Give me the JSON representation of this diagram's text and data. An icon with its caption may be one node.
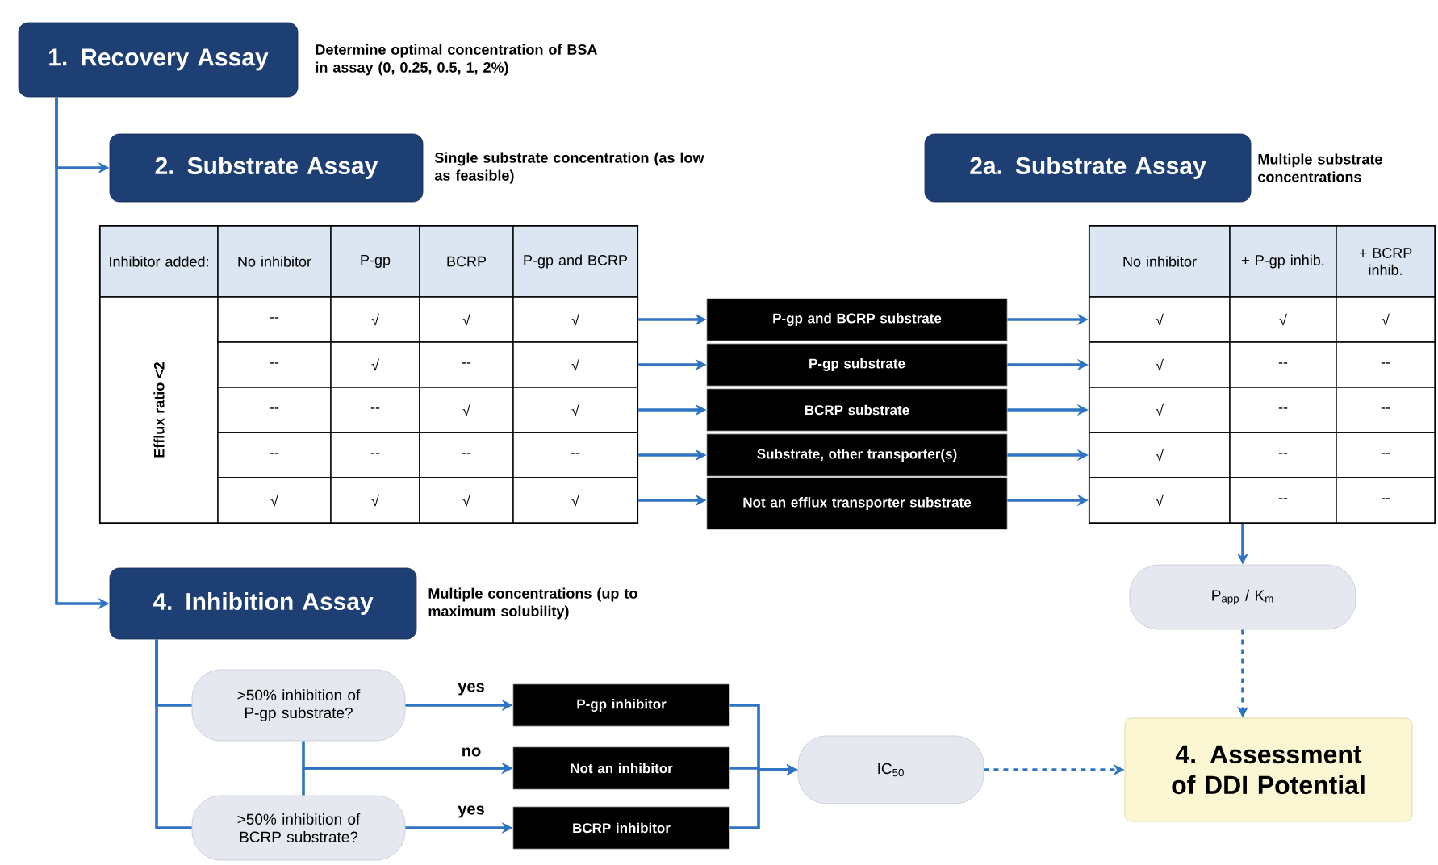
{
  "diagram": {
    "nodes": [
      {
        "text": [
          "1. Recovery Assay"
        ],
        "beside": [
          "Determine optimal concentration of BSA in assay (0, 0.25, 0.5, 1, 2%)"
        ]
      },
      {
        "text": [
          "2. Substrate Assay"
        ],
        "beside": [
          "Single substrate concentration (as low as feasible)"
        ]
      },
      {
        "text": [
          "2a. Substrate Assay"
        ],
        "beside": [
          "Multiple substrate concentrations"
        ]
      },
      {
        "text": [
          "Inhibitor added:",
          "No inhibitor",
          "P-gp",
          "BCRP",
          "P-gp and BCRP",
          "Efflux ratio <2",
          "--",
          "√",
          "√",
          "√",
          "--",
          "√",
          "--",
          "√",
          "--",
          "--",
          "√",
          "√",
          "--",
          "--",
          "--",
          "--",
          "√",
          "√",
          "√",
          "√"
        ]
      },
      {
        "text": [
          "P-gp and BCRP substrate"
        ]
      },
      {
        "text": [
          "P-gp substrate"
        ]
      },
      {
        "text": [
          "BCRP substrate"
        ]
      },
      {
        "text": [
          "Substrate, other transporter(s)"
        ]
      },
      {
        "text": [
          "Not an efflux transporter substrate"
        ]
      },
      {
        "text": [
          "No inhibitor",
          "+ P-gp inhib.",
          "+ BCRP inhib.",
          "√",
          "√",
          "√",
          "√",
          "--",
          "--",
          "√",
          "--",
          "--",
          "√",
          "--",
          "--",
          "√",
          "--",
          "--"
        ]
      },
      {
        "text": [
          "P$_{app}$ / K$_{m}$"
        ]
      },
      {
        "text": [
          "4. Inhibition Assay"
        ],
        "beside": [
          "Multiple concentrations (up to maximum solubility)"
        ]
      },
      {
        "text": [
          ">50% inhibition of P-gp substrate?"
        ]
      },
      {
        "text": [
          ">50% inhibition of BCRP substrate?"
        ]
      },
      {
        "text": [
          "P-gp inhibitor"
        ]
      },
      {
        "text": [
          "Not an inhibitor"
        ]
      },
      {
        "text": [
          "BCRP inhibitor"
        ]
      },
      {
        "text": [
          "IC$_{50}$"
        ]
      },
      {
        "text": [
          "4. Assessment of DDI Potential"
        ]
      }
    ],
    "edges": [
      {
        "from": 0,
        "to": 1,
        "arrow": "to"
      },
      {
        "from": 0,
        "to": 11,
        "arrow": "to"
      },
      {
        "from": 3,
        "to": 4,
        "arrow": "to"
      },
      {
        "from": 3,
        "to": 5,
        "arrow": "to"
      },
      {
        "from": 3,
        "to": 6,
        "arrow": "to"
      },
      {
        "from": 3,
        "to": 7,
        "arrow": "to"
      },
      {
        "from": 3,
        "to": 8,
        "arrow": "to"
      },
      {
        "from": 4,
        "to": 9,
        "arrow": "to"
      },
      {
        "from": 5,
        "to": 9,
        "arrow": "to"
      },
      {
        "from": 6,
        "to": 9,
        "arrow": "to"
      },
      {
        "from": 7,
        "to": 9,
        "arrow": "to"
      },
      {
        "from": 8,
        "to": 9,
        "arrow": "to"
      },
      {
        "from": 9,
        "to": 10,
        "arrow": "to"
      },
      {
        "from": 10,
        "to": 18,
        "arrow": "to",
        "style": "dashed"
      },
      {
        "from": 11,
        "to": 12,
        "arrow": "none"
      },
      {
        "from": 11,
        "to": 13,
        "arrow": "none"
      },
      {
        "from": 12,
        "to": 14,
        "arrow": "to",
        "label": "yes"
      },
      {
        "from": 12,
        "to": 15,
        "arrow": "to",
        "label": "no"
      },
      {
        "from": 13,
        "to": 15,
        "arrow": "to"
      },
      {
        "from": 13,
        "to": 16,
        "arrow": "to",
        "label": "yes"
      },
      {
        "from": 14,
        "to": 17,
        "arrow": "to"
      },
      {
        "from": 15,
        "to": 17,
        "arrow": "to"
      },
      {
        "from": 16,
        "to": 17,
        "arrow": "to"
      },
      {
        "from": 17,
        "to": 18,
        "arrow": "to",
        "style": "dashed"
      }
    ]
  }
}
